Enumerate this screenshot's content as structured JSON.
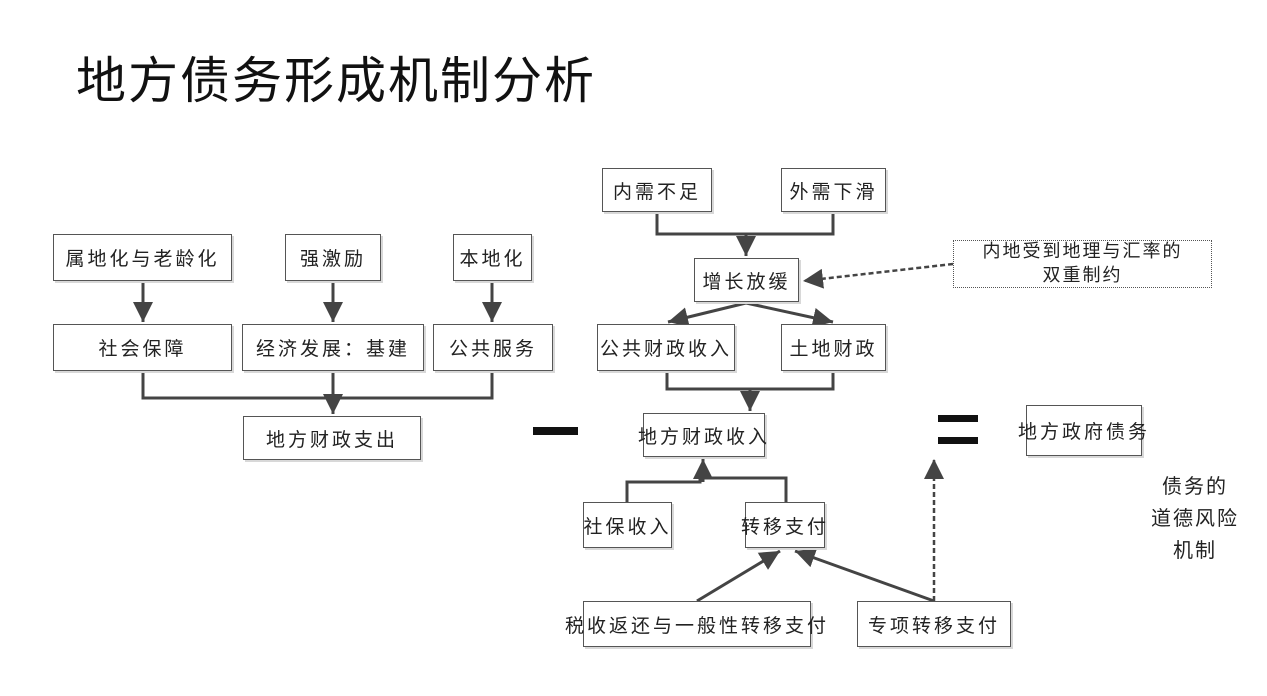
{
  "title": "地方债务形成机制分析",
  "left": {
    "drivers": [
      "属地化与老龄化",
      "强激励",
      "本地化"
    ],
    "spending_categories": [
      "社会保障",
      "经济发展：基建",
      "公共服务"
    ],
    "total": "地方财政支出"
  },
  "right": {
    "demand": [
      "内需不足",
      "外需下滑"
    ],
    "slowdown": "增长放缓",
    "constraint_note": [
      "内地受到地理与汇率的",
      "双重制约"
    ],
    "revenue_sources": [
      "公共财政收入",
      "土地财政"
    ],
    "total": "地方财政收入",
    "other_revenue": [
      "社保收入",
      "转移支付"
    ],
    "transfer_types": [
      "税收返还与一般性转移支付",
      "专项转移支付"
    ]
  },
  "result": "地方政府债务",
  "moral_hazard_note": [
    "债务的",
    "道德风险",
    "机制"
  ],
  "operators": {
    "minus": "minus",
    "equals": "equals"
  }
}
